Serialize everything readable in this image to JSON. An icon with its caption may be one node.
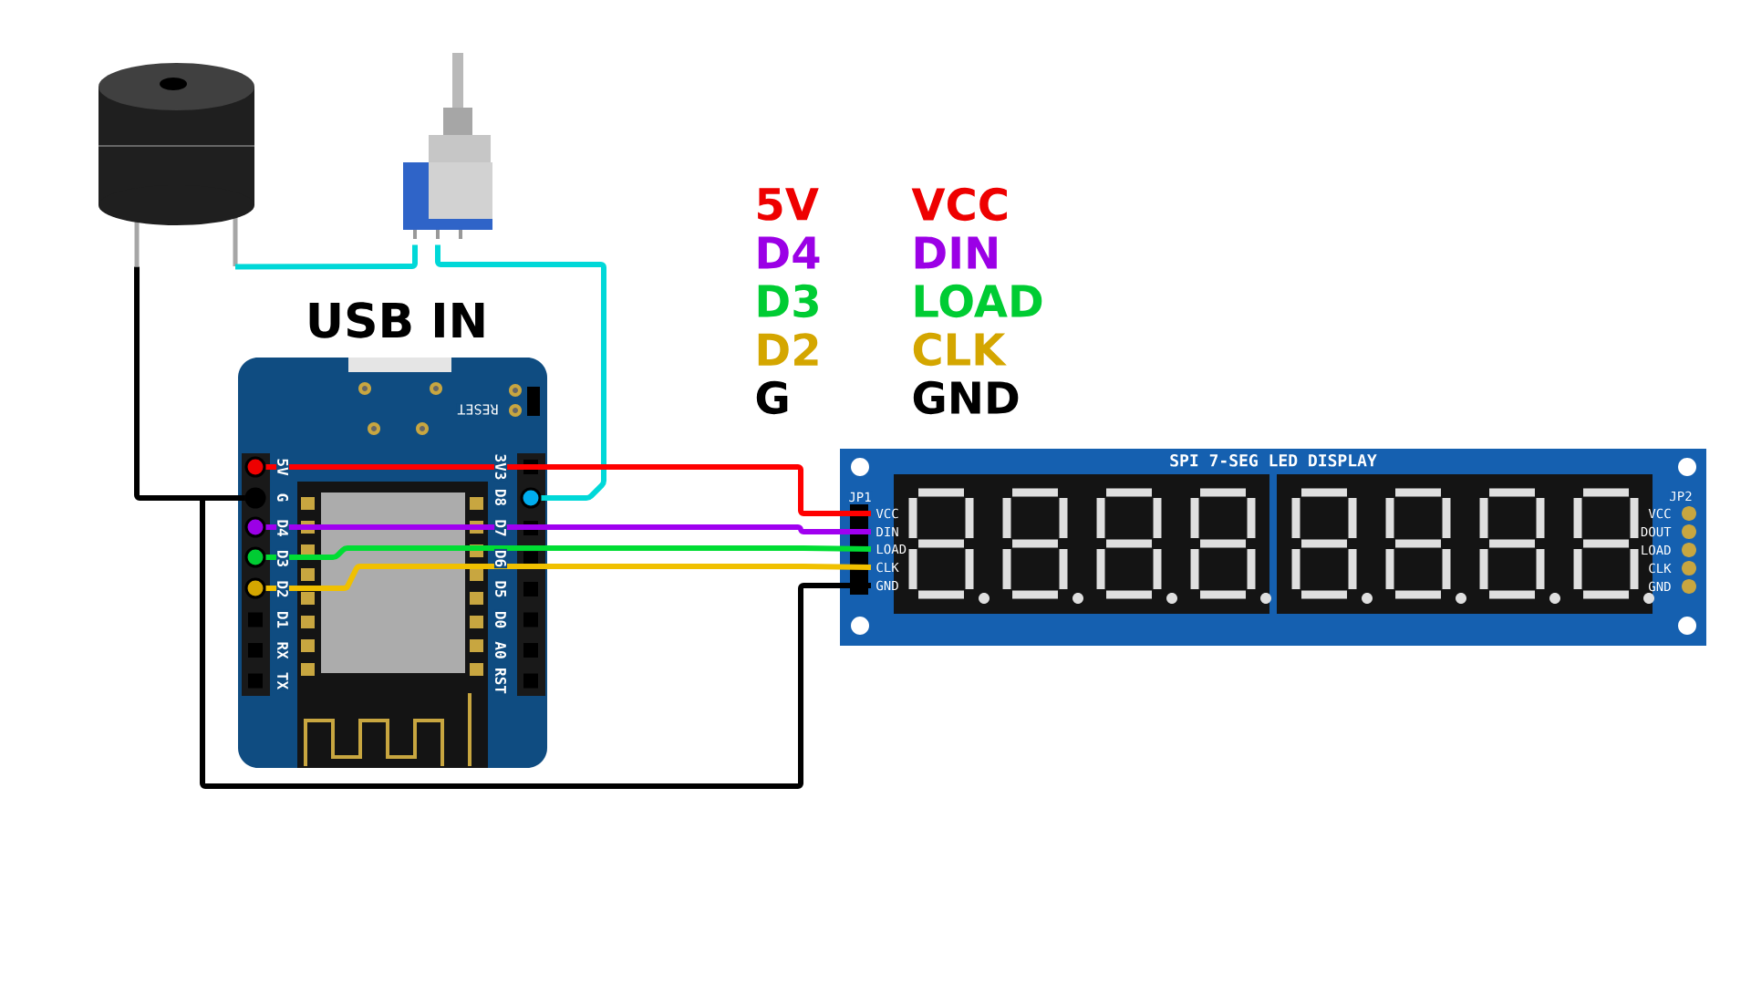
{
  "diagram": {
    "nodes": [
      {
        "text": [],
        "shape": "picture"
      },
      {
        "text": [],
        "shape": "picture"
      },
      {
        "text": [],
        "shape": "picture"
      },
      {
        "text": [],
        "shape": "circle",
        "in": 2
      },
      {
        "text": [],
        "shape": "circle",
        "in": 2
      },
      {
        "text": [],
        "shape": "circle",
        "in": 2
      },
      {
        "text": [],
        "shape": "circle",
        "in": 2
      },
      {
        "text": [],
        "shape": "circle",
        "in": 2
      },
      {
        "text": [],
        "shape": "circle",
        "in": 2
      },
      {
        "text": [
          "SPI 7-SEG LED DISPLAY"
        ]
      },
      {
        "text": [
          "VCC"
        ],
        "in": 9
      },
      {
        "text": [
          "DIN"
        ],
        "in": 9
      },
      {
        "text": [
          "LOAD"
        ],
        "in": 9
      },
      {
        "text": [
          "CLK"
        ],
        "in": 9
      },
      {
        "text": [
          "GND"
        ],
        "in": 9
      }
    ],
    "edges": [
      {
        "from": 0,
        "to": 4,
        "arrow": "none",
        "color": "#000000"
      },
      {
        "from": 0,
        "to": 1,
        "arrow": "none",
        "color": "#00d8d8"
      },
      {
        "from": 1,
        "to": 8,
        "arrow": "none",
        "color": "#00d8d8"
      },
      {
        "from": 3,
        "to": 10,
        "arrow": "none",
        "color": "#ff0000"
      },
      {
        "from": 5,
        "to": 11,
        "arrow": "none",
        "color": "#a000f0"
      },
      {
        "from": 6,
        "to": 12,
        "arrow": "none",
        "color": "#00dd33"
      },
      {
        "from": 7,
        "to": 13,
        "arrow": "none",
        "color": "#f0c000"
      },
      {
        "from": 4,
        "to": 14,
        "arrow": "none",
        "color": "#000000"
      }
    ],
    "labels": [
      "USB IN",
      "5V",
      "VCC",
      "D4",
      "DIN",
      "D3",
      "LOAD",
      "D2",
      "CLK",
      "G",
      "GND",
      "RESET",
      "5V",
      "G",
      "D4",
      "D3",
      "D2",
      "D1",
      "RX",
      "TX",
      "3V3",
      "D8",
      "D7",
      "D6",
      "D5",
      "D0",
      "A0",
      "RST",
      "JP1",
      "JP2",
      "VCC",
      "DOUT",
      "LOAD",
      "CLK",
      "GND"
    ]
  }
}
